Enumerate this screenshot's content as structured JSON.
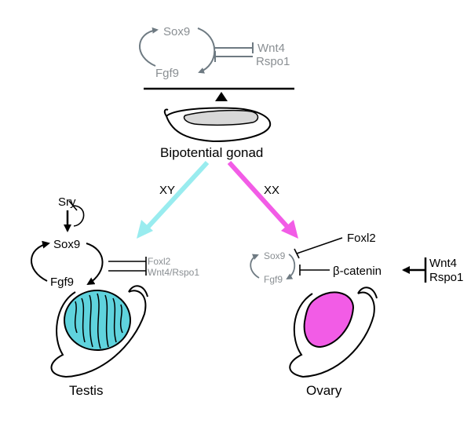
{
  "top_loop": {
    "sox9": "Sox9",
    "fgf9": "Fgf9",
    "wnt4": "Wnt4",
    "rspo1": "Rspo1"
  },
  "bipotential": {
    "label": "Bipotential gonad"
  },
  "branches": {
    "xy": "XY",
    "xx": "XX",
    "xy_color": "#99ecef",
    "xx_color": "#f25ce6"
  },
  "testis_path": {
    "sry": "Sry",
    "sox9": "Sox9",
    "fgf9": "Fgf9",
    "foxl2": "Foxl2",
    "wnt4_rspo1": "Wnt4/Rspo1",
    "label": "Testis",
    "tubule_color": "#5fd3dd"
  },
  "ovary_path": {
    "foxl2": "Foxl2",
    "sox9": "Sox9",
    "fgf9": "Fgf9",
    "beta_catenin": "β-catenin",
    "wnt4": "Wnt4",
    "rspo1": "Rspo1",
    "label": "Ovary",
    "fill_color": "#f25ce6"
  },
  "colors": {
    "gray": "#6e7a82",
    "gonad_fill": "#d8d8d8"
  }
}
